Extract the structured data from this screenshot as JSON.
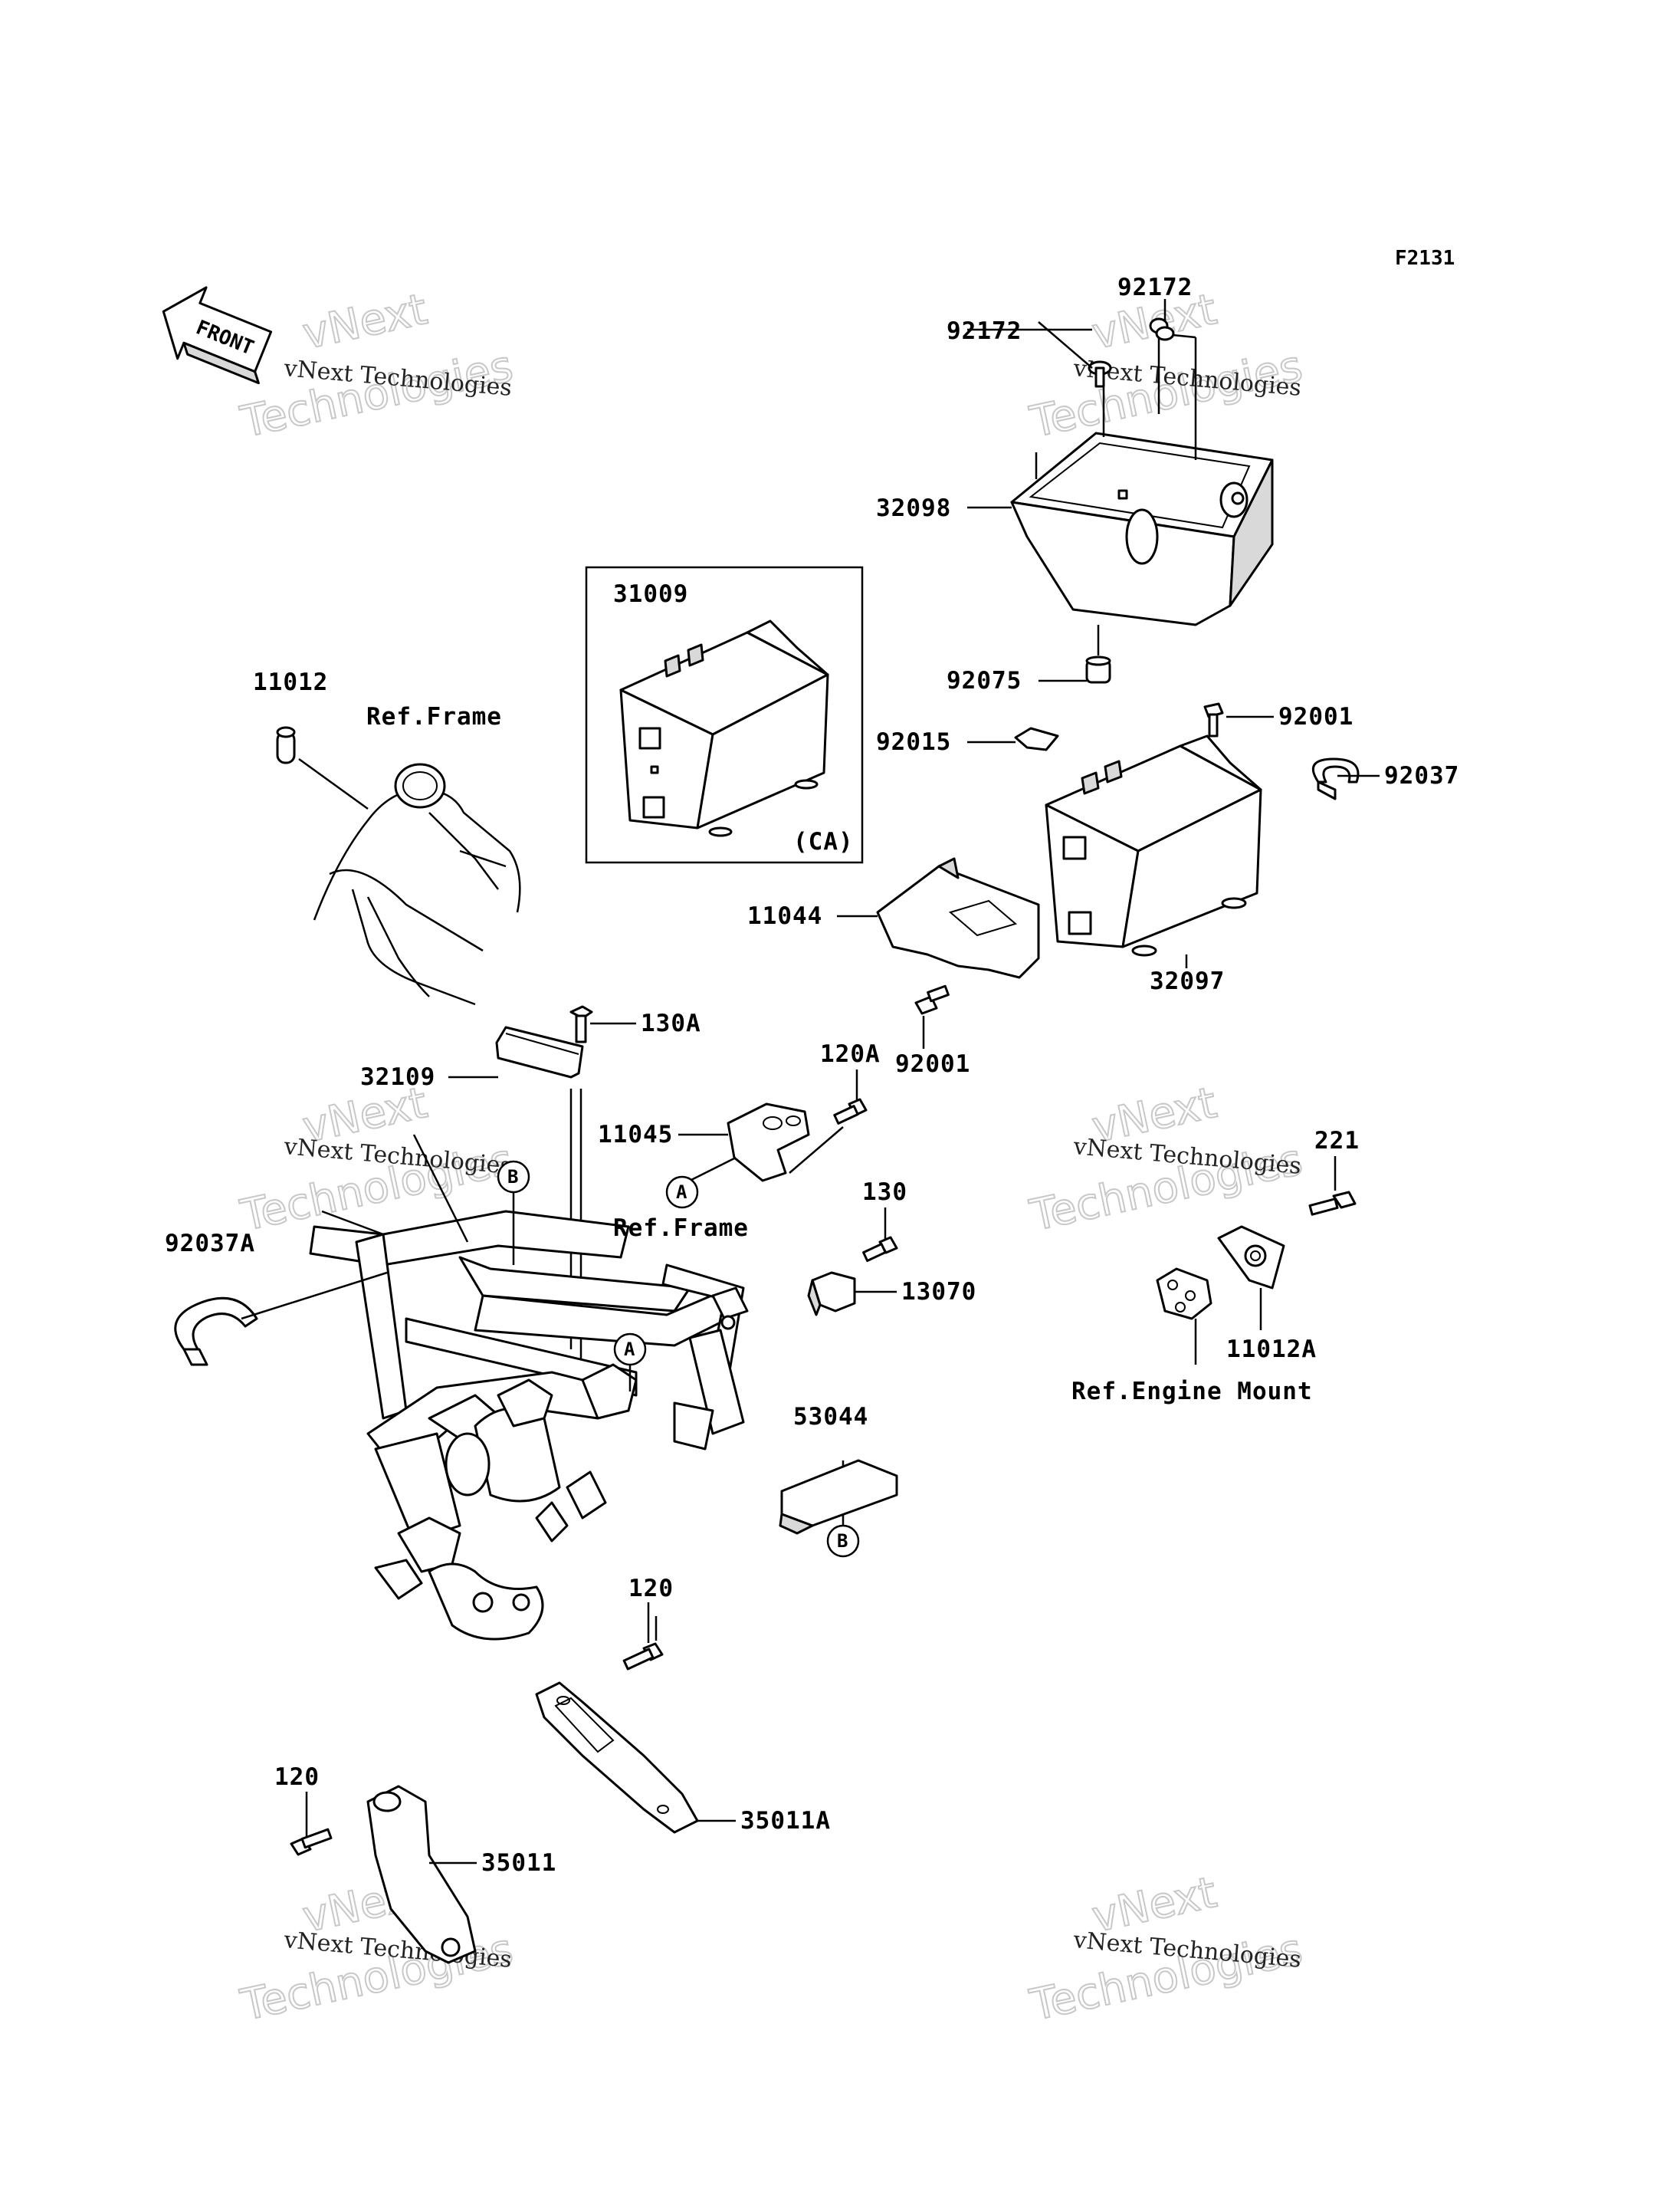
{
  "figure_code": "F2131",
  "front_arrow": {
    "label": "FRONT",
    "icon": "front-direction-arrow-icon"
  },
  "inset_box": {
    "label": "(CA)"
  },
  "watermark": {
    "line1": "vNext Technologies",
    "line2": "vNext",
    "line3": "Technologies"
  },
  "parts": [
    {
      "id": "92172_top",
      "number": "92172"
    },
    {
      "id": "92172_left",
      "number": "92172"
    },
    {
      "id": "32098",
      "number": "32098"
    },
    {
      "id": "31009",
      "number": "31009"
    },
    {
      "id": "92075",
      "number": "92075"
    },
    {
      "id": "92001_top",
      "number": "92001"
    },
    {
      "id": "92015",
      "number": "92015"
    },
    {
      "id": "92037",
      "number": "92037"
    },
    {
      "id": "11012",
      "number": "11012"
    },
    {
      "id": "11044",
      "number": "11044"
    },
    {
      "id": "32097",
      "number": "32097"
    },
    {
      "id": "130A",
      "number": "130A"
    },
    {
      "id": "92001_bot",
      "number": "92001"
    },
    {
      "id": "120A",
      "number": "120A"
    },
    {
      "id": "32109",
      "number": "32109"
    },
    {
      "id": "11045",
      "number": "11045"
    },
    {
      "id": "130",
      "number": "130"
    },
    {
      "id": "221",
      "number": "221"
    },
    {
      "id": "92037A",
      "number": "92037A"
    },
    {
      "id": "13070",
      "number": "13070"
    },
    {
      "id": "11012A",
      "number": "11012A"
    },
    {
      "id": "53044",
      "number": "53044"
    },
    {
      "id": "120_mid",
      "number": "120"
    },
    {
      "id": "35011A",
      "number": "35011A"
    },
    {
      "id": "120_bot",
      "number": "120"
    },
    {
      "id": "35011",
      "number": "35011"
    }
  ],
  "references": {
    "ref_frame_top": "Ref.Frame",
    "ref_frame_mid": "Ref.Frame",
    "ref_engine_mount": "Ref.Engine Mount"
  },
  "callouts": {
    "a": "A",
    "b": "B"
  }
}
